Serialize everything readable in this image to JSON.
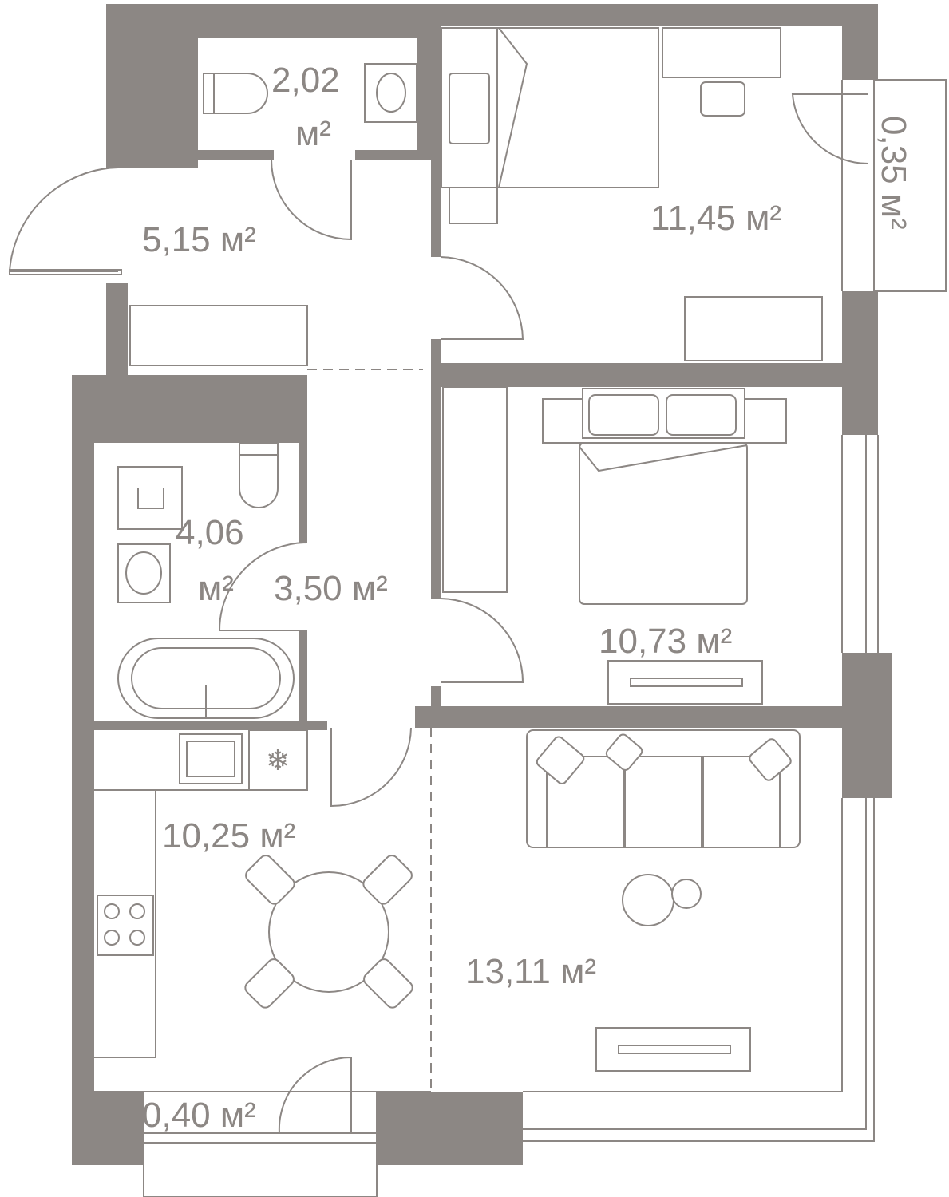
{
  "plan": {
    "colors": {
      "wall": "#8c8784",
      "line": "#8c8784",
      "background": "#ffffff"
    },
    "rooms": {
      "wc": {
        "area": "2,02",
        "unit": "м²"
      },
      "hall": {
        "label": "5,15 м²"
      },
      "bedroom1": {
        "label": "11,45 м²"
      },
      "balcony_right": {
        "label": "0,35 м²"
      },
      "bathroom": {
        "area": "4,06",
        "unit": "м²"
      },
      "corridor": {
        "label": "3,50 м²"
      },
      "bedroom2": {
        "label": "10,73 м²"
      },
      "kitchen": {
        "label": "10,25 м²"
      },
      "living": {
        "label": "13,11 м²"
      },
      "balcony_bottom": {
        "label": "0,40 м²"
      }
    }
  }
}
